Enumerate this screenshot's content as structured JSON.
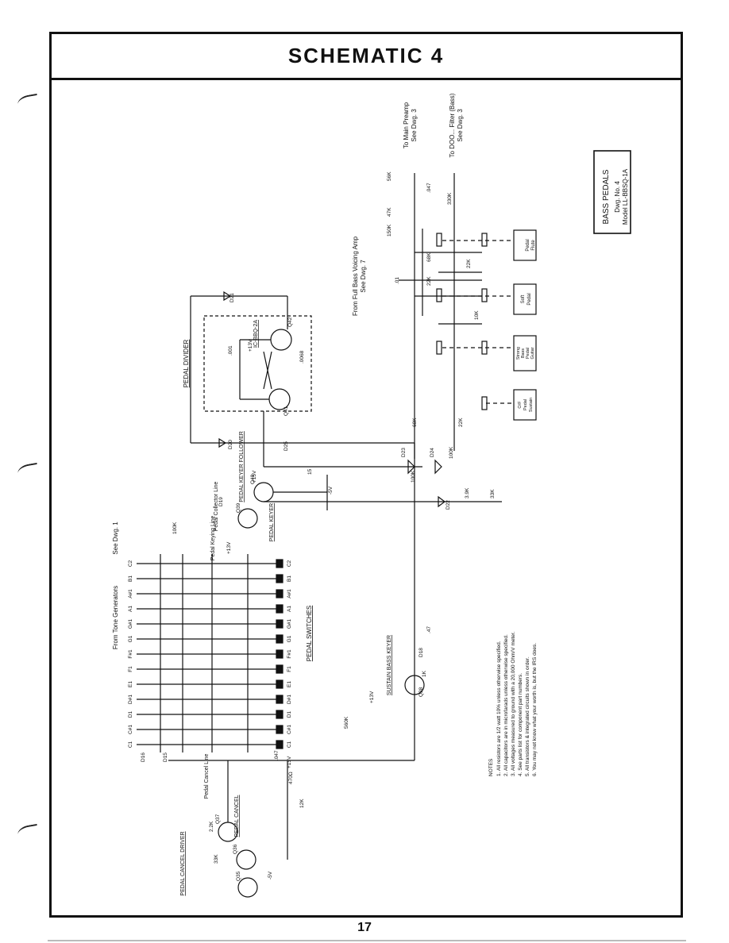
{
  "header": {
    "title": "SCHEMATIC 4"
  },
  "footer": {
    "page_number": "17"
  },
  "title_block": {
    "name": "BASS PEDALS",
    "drawing": "Dwg. No. 4",
    "model": "Model LL-BBSQ-1A"
  },
  "blocks": {
    "pedal_divider": "PEDAL DIVIDER",
    "pedal_switches": "PEDAL SWITCHES",
    "pedal_keyer": "PEDAL KEYER",
    "pedal_keyer_follower": "PEDAL KEYER FOLLOWER",
    "pedal_cancel": "PEDAL CANCEL",
    "pedal_cancel_driver": "PEDAL CANCEL DRIVER",
    "sustain_bass_keyer": "SUSTAIN BASS KEYER"
  },
  "lines": {
    "pedal_collector": "Pedal Collector Line",
    "pedal_keying": "Pedal Keying Line",
    "pedal_cancel": "Pedal Cancel Line"
  },
  "external": {
    "to_main_preamp": "To Main Preamp",
    "see_dwg3_a": "See Dwg. 3",
    "to_filter_bass": "To DOO... Filter (Bass)",
    "see_dwg3_b": "See Dwg. 3",
    "from_bass_voicing": "From Full Bass Voicing Amp",
    "see_dwg7": "See Dwg. 7",
    "from_tone_generators": "From Tone Generators",
    "see_dwg1": "See Dwg. 1"
  },
  "tabs": {
    "pedal_flute": [
      "Pedal",
      "Flute"
    ],
    "soft_pedal": [
      "Soft",
      "Pedal"
    ],
    "strong_bass": [
      "Strong",
      "Bass",
      "Pedal",
      "Guitar"
    ],
    "sustain": [
      "O/F",
      "Pedal",
      "Sustain"
    ]
  },
  "notes": {
    "heading": "NOTES",
    "items": [
      "1. All resistors are 1/2 watt 10% unless otherwise specified.",
      "2. All capacitors are in microfarads unless otherwise specified.",
      "3. All voltages measured to ground with a 20,000 Ohm/V meter.",
      "4. See parts list for component part numbers.",
      "5. All transistors & integrated circuits shown in order.",
      "6. You may not know what your worth is, but the IRS does."
    ]
  },
  "note_names": [
    "C2",
    "B1",
    "A#1",
    "A1",
    "G#1",
    "G1",
    "F#1",
    "F1",
    "E1",
    "D#1",
    "D1",
    "C#1",
    "C1"
  ],
  "parts": {
    "q42": "Q42",
    "q41": "Q41",
    "q40": "Q40",
    "q39": "Q39",
    "q38": "Q38",
    "q37": "Q37",
    "q36": "Q36",
    "q35": "Q35",
    "d20": "D20",
    "d21": "D21",
    "d22": "D22",
    "d23": "D23",
    "d24": "D24",
    "d25": "D25",
    "d15": "D15",
    "d16": "D16",
    "d18": "D18",
    "d19": "D19",
    "r_22k": "22K",
    "r_56k": "56K",
    "r_68k": "68K",
    "r_47k": "47K",
    "r_100k": "100K",
    "r_10k": "10K",
    "r_3_9k": "3.9K",
    "r_33k": "33K",
    "r_12k": "12K",
    "r_1k": "1K",
    "r_150k": "150K",
    "r_330k": "330K",
    "r_560k": "560K",
    "r_470": "470Ω",
    "r_2_2k": "2.2K",
    "c_047": ".047",
    "c_01": ".01",
    "c_0068": ".0068",
    "c_001": ".001",
    "c_15": "15",
    "c_47": ".47",
    "ic": "IC-BBQ-2A",
    "plus15": "+15V",
    "minus5": "-5V",
    "plus13": "+13V"
  }
}
